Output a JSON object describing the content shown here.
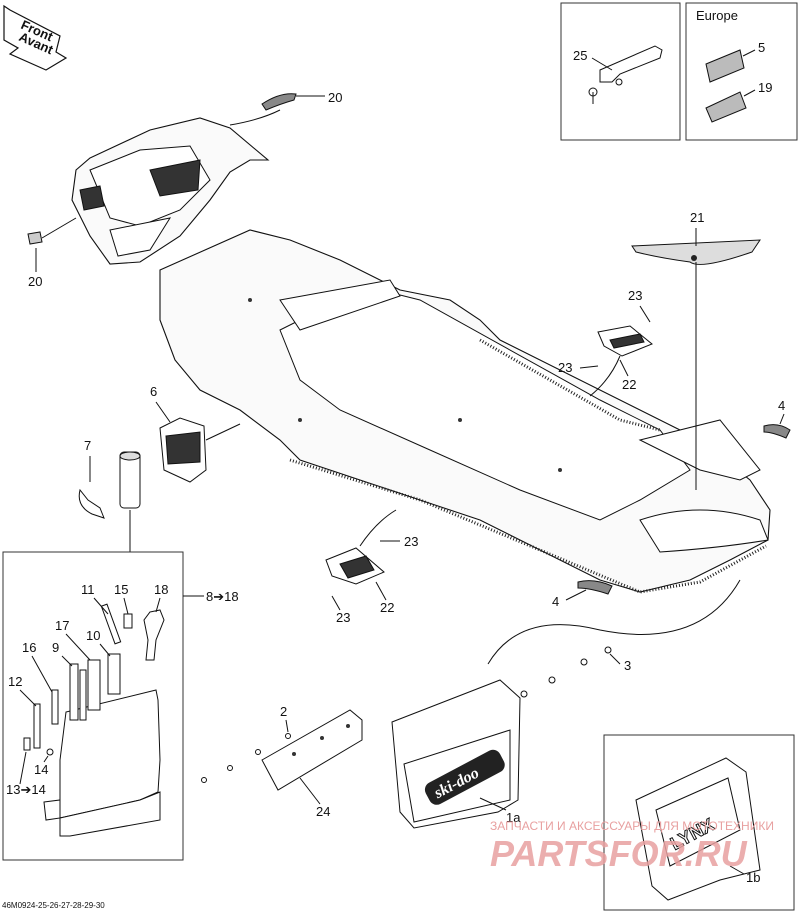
{
  "diagram": {
    "direction_arrow": {
      "line1": "Front",
      "line2": "Avant"
    },
    "inset_europe_title": "Europe",
    "callouts": {
      "c20_top": "20",
      "c20_left": "20",
      "c25": "25",
      "c5": "5",
      "c19": "19",
      "c21": "21",
      "c23_a": "23",
      "c23_b": "23",
      "c22_a": "22",
      "c6": "6",
      "c4_a": "4",
      "c4_b": "4",
      "c7": "7",
      "c8_18": "8➔18",
      "c23_c": "23",
      "c23_d": "23",
      "c22_b": "22",
      "c11": "11",
      "c15": "15",
      "c18": "18",
      "c17": "17",
      "c10": "10",
      "c16": "16",
      "c9": "9",
      "c12": "12",
      "c14": "14",
      "c13_14": "13➔14",
      "c3": "3",
      "c2": "2",
      "c24": "24",
      "c1a": "1a",
      "c1b": "1b"
    },
    "flap_logo": "ski-doo",
    "flap_logo_b": "LYNX",
    "watermark_line1": "ЗАПЧАСТИ И АКСЕССУАРЫ ДЛЯ МОТОТЕХНИКИ",
    "watermark_line2": "PARTSFOR.RU",
    "figure_code": "46M0924-25-26-27-28-29-30"
  },
  "colors": {
    "ink": "#111111",
    "watermark": "#e8a0a0"
  }
}
